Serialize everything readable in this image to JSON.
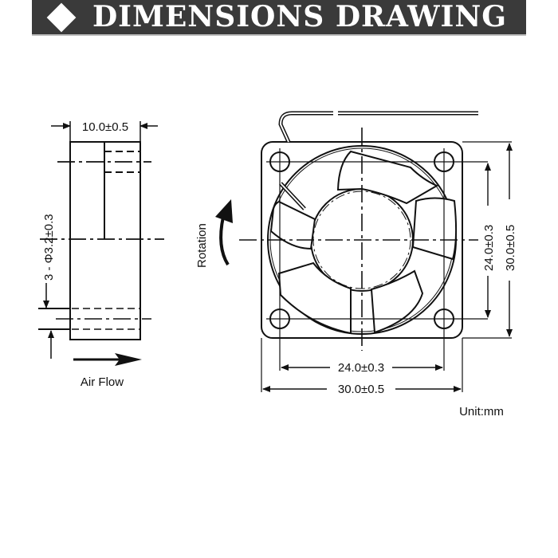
{
  "header": {
    "title": "DIMENSIONS DRAWING",
    "icon": "diamond-icon"
  },
  "side_view": {
    "thickness_label": "10.0±0.5",
    "hole_label": "3 - Φ3.2±0.3",
    "airflow_label": "Air Flow"
  },
  "front_view": {
    "rotation_label": "Rotation",
    "hole_spacing_vertical": "24.0±0.3",
    "frame_height": "30.0±0.5",
    "hole_spacing_horizontal": "24.0±0.3",
    "frame_width": "30.0±0.5"
  },
  "unit_label": "Unit:mm",
  "colors": {
    "banner_bg": "#3a3a3a",
    "banner_text": "#ffffff",
    "line": "#111111"
  }
}
